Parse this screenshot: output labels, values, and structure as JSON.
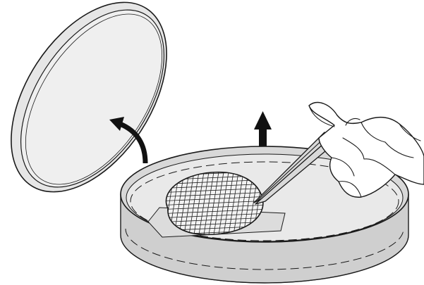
{
  "illustration": {
    "colors": {
      "outline": "#1a1a1a",
      "lid_fill": "#e6e6e6",
      "lid_inner": "#efefef",
      "dish_fill": "#d8d8d8",
      "dish_base": "#cfcfcf",
      "medium_fill": "#e9e9e9",
      "membrane_fill": "#f3f3f3",
      "grid_line": "#222222",
      "arrow": "#111111",
      "forceps_fill": "#d9d9d9",
      "forceps_tip": "#6a6a6a",
      "glove_fill": "#ffffff"
    },
    "icons": {
      "lid": "petri-dish-lid-icon",
      "dish": "petri-dish-icon",
      "membrane": "gridded-membrane-filter-icon",
      "forceps": "forceps-icon",
      "hand": "gloved-hand-icon",
      "curved_arrow": "curved-arrow-icon",
      "up_arrow": "up-arrow-icon"
    },
    "steps": [
      {
        "action": "lift-lid",
        "direction": "up-left"
      },
      {
        "action": "lift-membrane-with-forceps",
        "direction": "up"
      }
    ]
  }
}
